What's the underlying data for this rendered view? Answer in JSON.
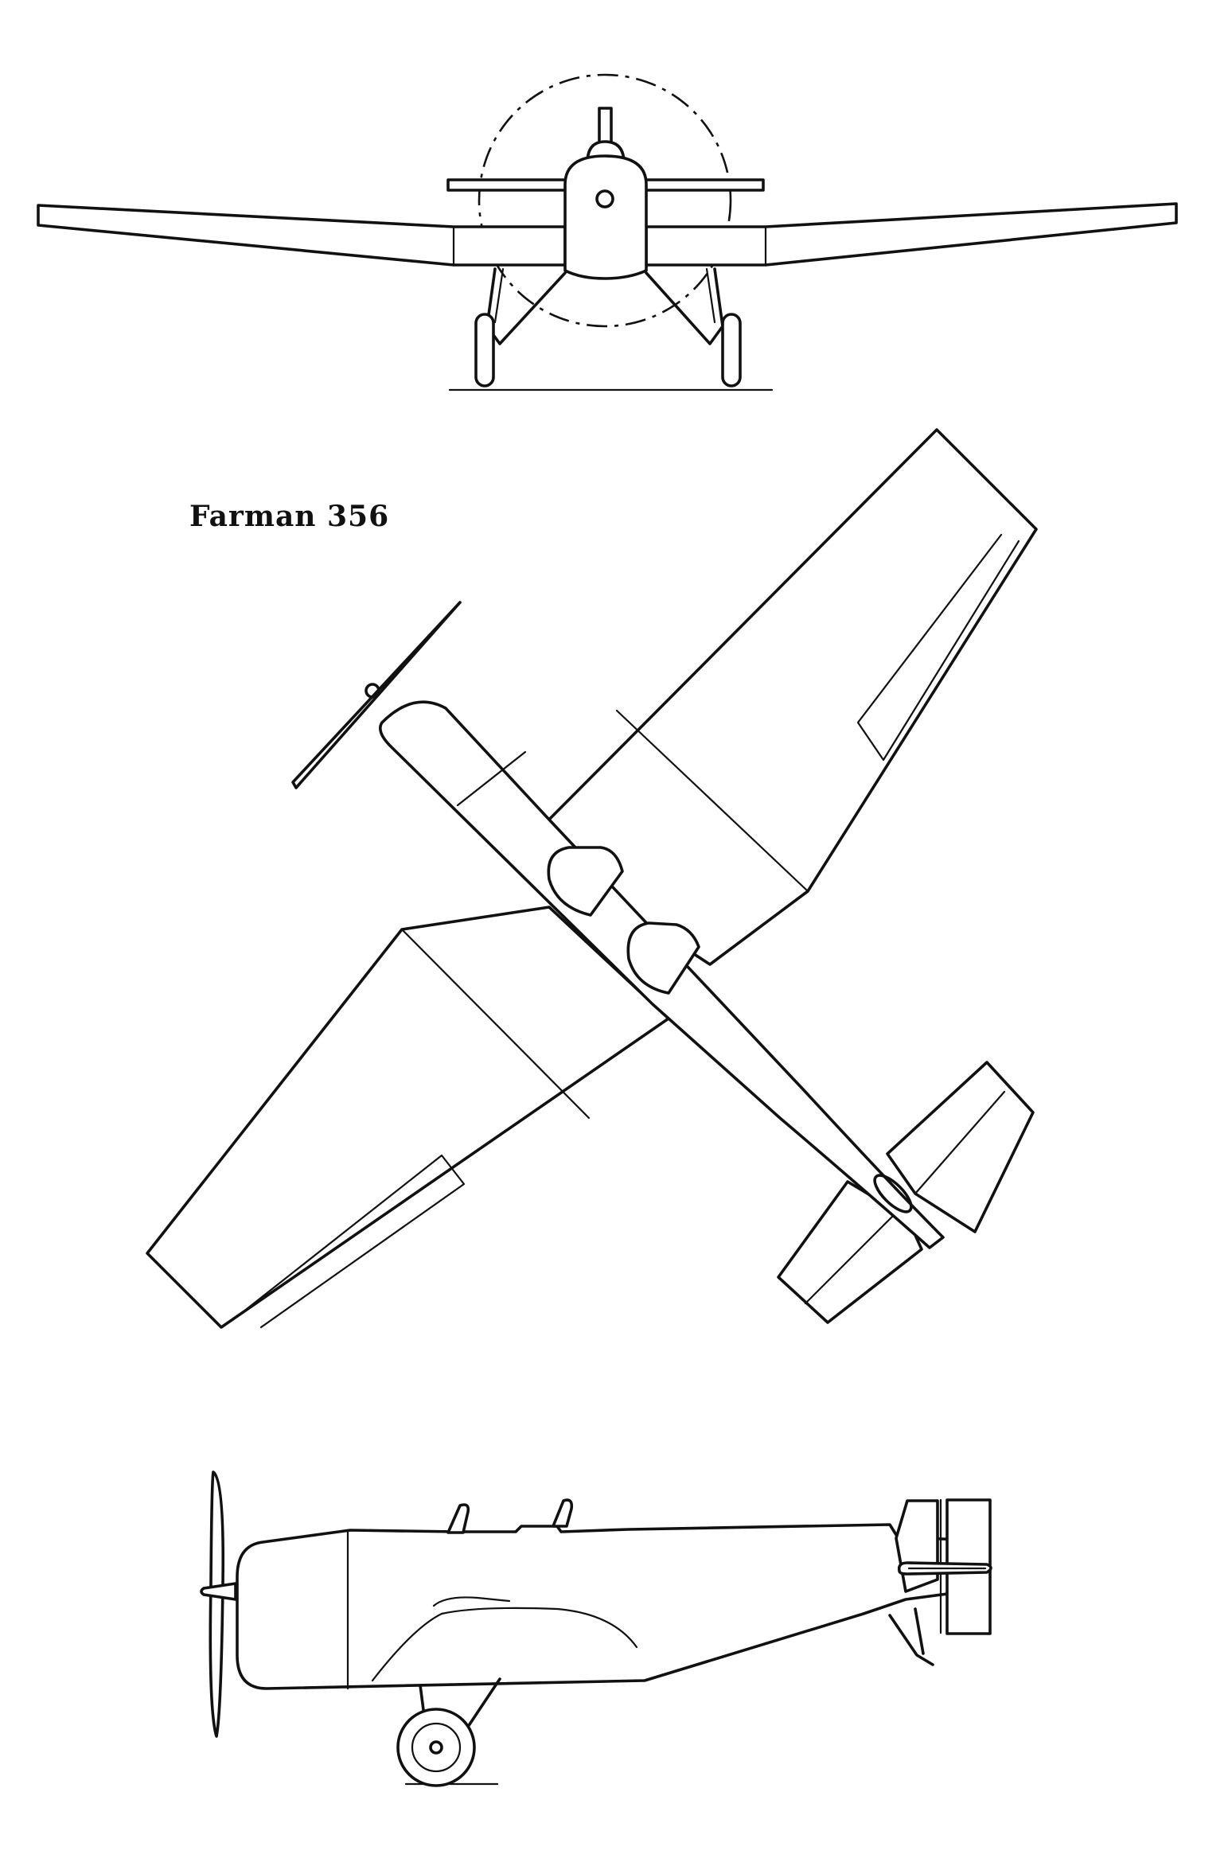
{
  "title": "Farman 356",
  "views": {
    "front": "front-view",
    "top": "top-view",
    "side": "side-view"
  },
  "colors": {
    "background": "#ffffff",
    "ink": "#111111"
  }
}
